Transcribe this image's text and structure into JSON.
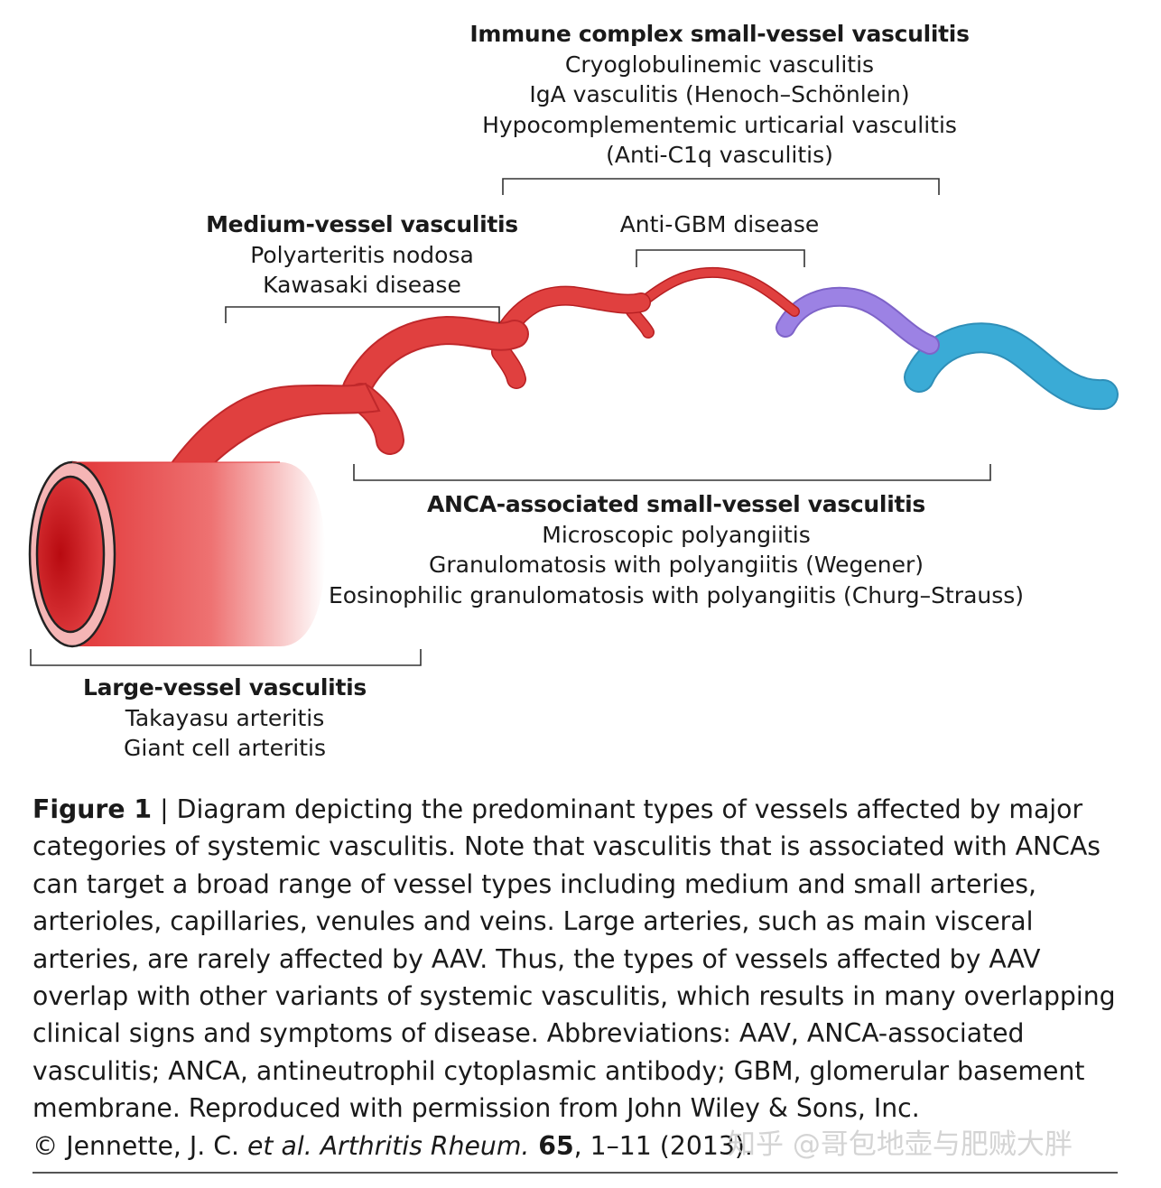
{
  "labels": {
    "immune_complex": {
      "heading": "Immune complex small-vessel vasculitis",
      "items": [
        "Cryoglobulinemic vasculitis",
        "IgA vasculitis (Henoch–Schönlein)",
        "Hypocomplementemic urticarial vasculitis",
        "(Anti-C1q vasculitis)"
      ]
    },
    "anti_gbm": {
      "items": [
        "Anti-GBM disease"
      ]
    },
    "medium_vessel": {
      "heading": "Medium-vessel vasculitis",
      "items": [
        "Polyarteritis nodosa",
        "Kawasaki disease"
      ]
    },
    "anca": {
      "heading": "ANCA-associated small-vessel vasculitis",
      "items": [
        "Microscopic polyangiitis",
        "Granulomatosis with polyangiitis (Wegener)",
        "Eosinophilic granulomatosis with polyangiitis (Churg–Strauss)"
      ]
    },
    "large_vessel": {
      "heading": "Large-vessel vasculitis",
      "items": [
        "Takayasu arteritis",
        "Giant cell arteritis"
      ]
    }
  },
  "caption": {
    "fig_label": "Figure 1",
    "separator": " | ",
    "body": "Diagram depicting the predominant types of vessels affected by major categories of systemic vasculitis. Note that vasculitis that is associated with ANCAs can target a broad range of vessel types including medium and small arteries, arterioles, capillaries, venules and veins. Large arteries, such as main visceral arteries, are rarely affected by AAV. Thus, the types of vessels affected by AAV overlap with other variants of systemic vasculitis, which results in many overlapping clinical signs and symptoms of disease. Abbreviations: AAV, ANCA-associated vasculitis; ANCA, antineutrophil cytoplasmic antibody; GBM, glomerular basement membrane. Reproduced with permission from John Wiley & Sons, Inc.",
    "copyright": "© Jennette, J. C. ",
    "et_al": "et al.",
    "journal": " Arthritis Rheum.",
    "volume": " 65",
    "pages": ", 1–11 (2013)."
  },
  "watermark": "知乎 @哥包地壶与肥贼大胖",
  "colors": {
    "artery": "#e0403f",
    "artery_dark": "#c81418",
    "capillary": "#9a80e0",
    "vein": "#3aa8d4",
    "bracket": "#333333"
  }
}
